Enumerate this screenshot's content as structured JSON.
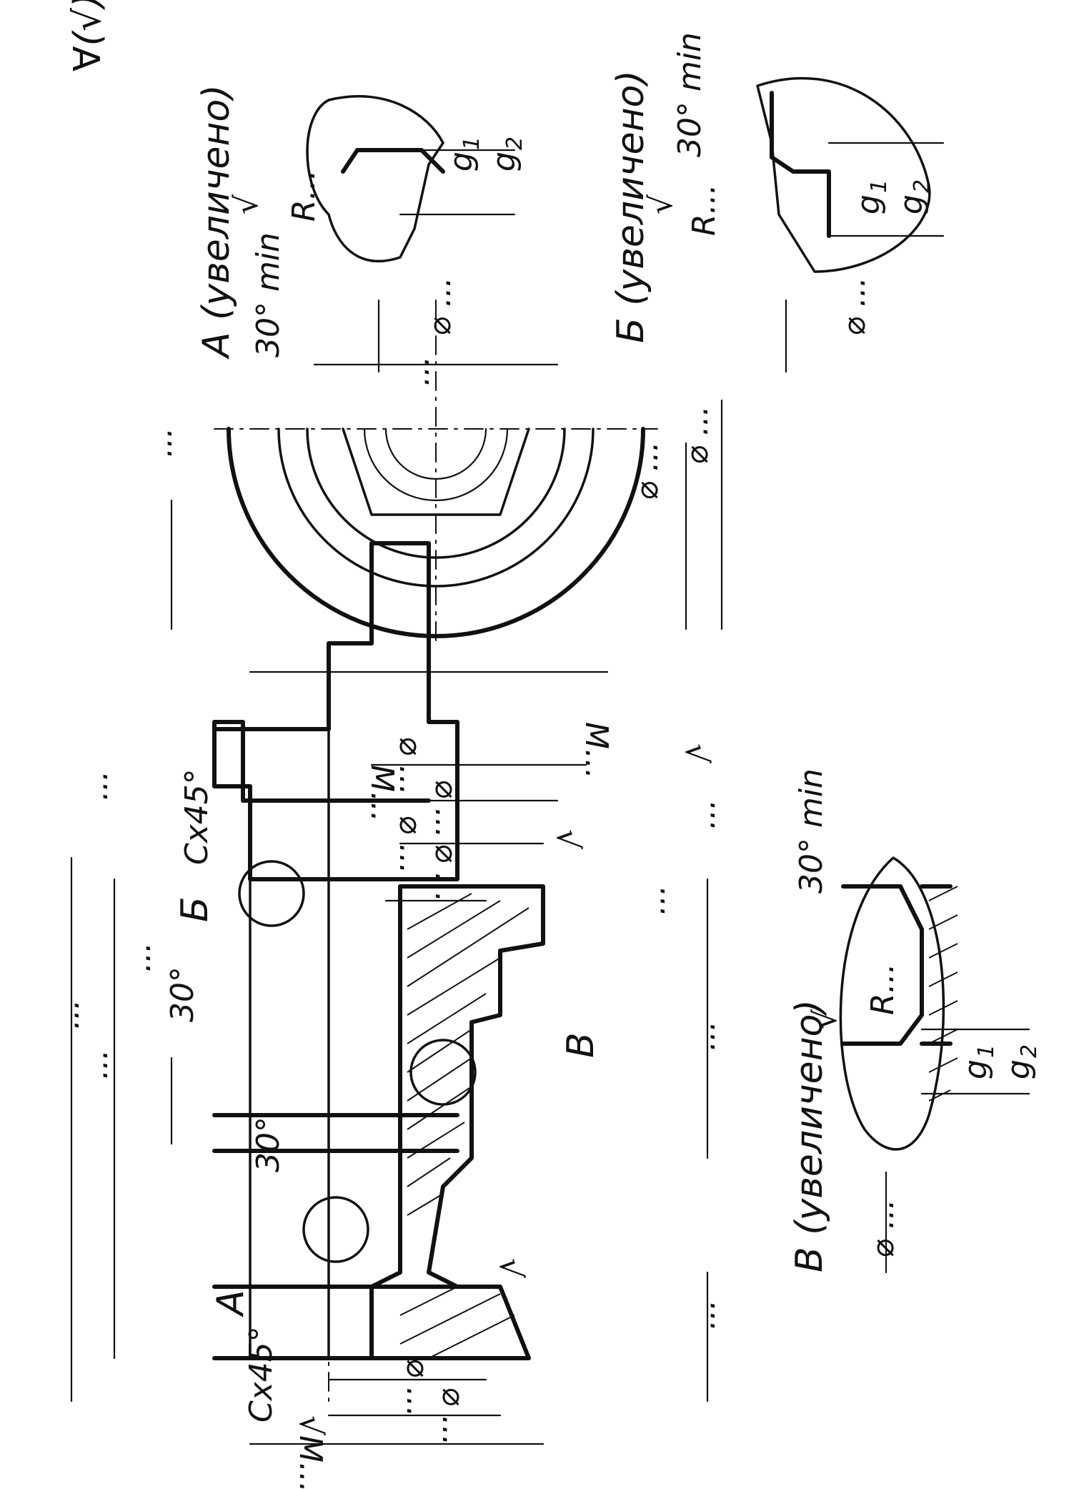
{
  "view_labels": {
    "a": "А (увеличено)",
    "b": "Б (увеличено)",
    "v": "В (увеличено)"
  },
  "callouts": {
    "a": "А",
    "b": "Б",
    "v": "В"
  },
  "symbols": {
    "roughness_general": "∀(√)",
    "roughness": "√"
  },
  "dimensions": {
    "chamfer": "Cx45°",
    "angle_30": "30°",
    "angle_30_min": "30° min",
    "radius": "R...",
    "g1": "g",
    "g1_sub": "1",
    "g2": "g",
    "g2_sub": "2",
    "diameter": "⌀",
    "diameter_dots": "⌀ ...",
    "ellipsis": "...",
    "thread": "M...",
    "thread_rough": "√M..."
  }
}
